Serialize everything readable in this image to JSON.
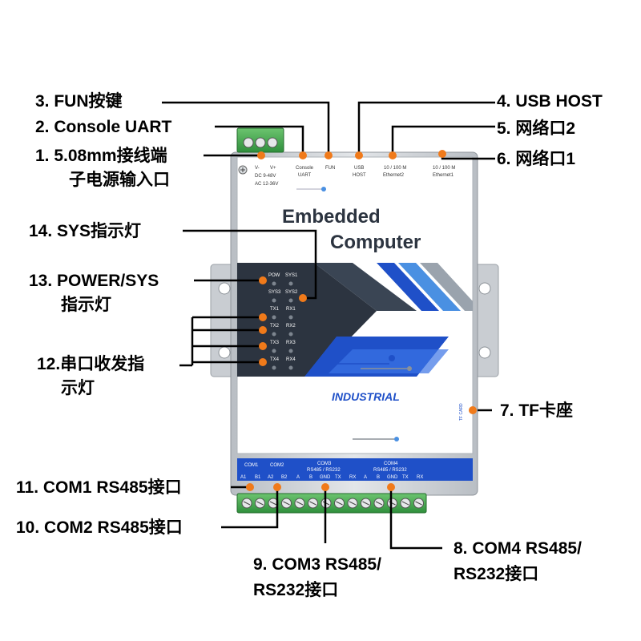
{
  "device": {
    "brand_line1": "Embedded",
    "brand_line2": "Computer",
    "industrial": "INDUSTRIAL",
    "top_labels": {
      "v_minus": "V-",
      "v_plus": "V+",
      "dc": "DC 9-48V",
      "ac": "AC 12-36V",
      "console_1": "Console",
      "console_2": "UART",
      "fun": "FUN",
      "usb_1": "USB",
      "usb_2": "HOST",
      "eth2_1": "10 / 100 M",
      "eth2_2": "Ethernet2",
      "eth1_1": "10 / 100 M",
      "eth1_2": "Ethernet1"
    },
    "led_labels": {
      "pow": "POW",
      "sys1": "SYS1",
      "sys3": "SYS3",
      "sys2": "SYS2",
      "tx1": "TX1",
      "rx1": "RX1",
      "tx2": "TX2",
      "rx2": "RX2",
      "tx3": "TX3",
      "rx3": "RX3",
      "tx4": "TX4",
      "rx4": "RX4"
    },
    "tf_card": "TF CARD",
    "com_labels": {
      "com1": "COM1",
      "com2": "COM2",
      "com3": "COM3",
      "com4": "COM4",
      "rs485_232": "RS485 / RS232",
      "a1": "A1",
      "b1": "B1",
      "a2": "A2",
      "b2": "B2",
      "a": "A",
      "b": "B",
      "gnd": "GND",
      "tx": "TX",
      "rx": "RX"
    }
  },
  "callouts": {
    "c3": "3.  FUN按键",
    "c2": "2.  Console UART",
    "c1_line1": "1.   5.08mm接线端",
    "c1_line2": "子电源输入口",
    "c4": "4. USB HOST",
    "c5": "5. 网络口2",
    "c6": "6. 网络口1",
    "c14": "14. SYS指示灯",
    "c13_line1": "13. POWER/SYS",
    "c13_line2": "指示灯",
    "c12_line1": "12.串口收发指",
    "c12_line2": "示灯",
    "c7": "7. TF卡座",
    "c11": "11. COM1 RS485接口",
    "c10": "10. COM2 RS485接口",
    "c9_line1": "9. COM3 RS485/",
    "c9_line2": "RS232接口",
    "c8_line1": "8. COM4 RS485/",
    "c8_line2": "RS232接口"
  },
  "colors": {
    "marker": "#f07a1a",
    "terminal_green": "#3aa84a",
    "accent_blue": "#1f50c8",
    "housing_gray": "#cfd3d8"
  }
}
